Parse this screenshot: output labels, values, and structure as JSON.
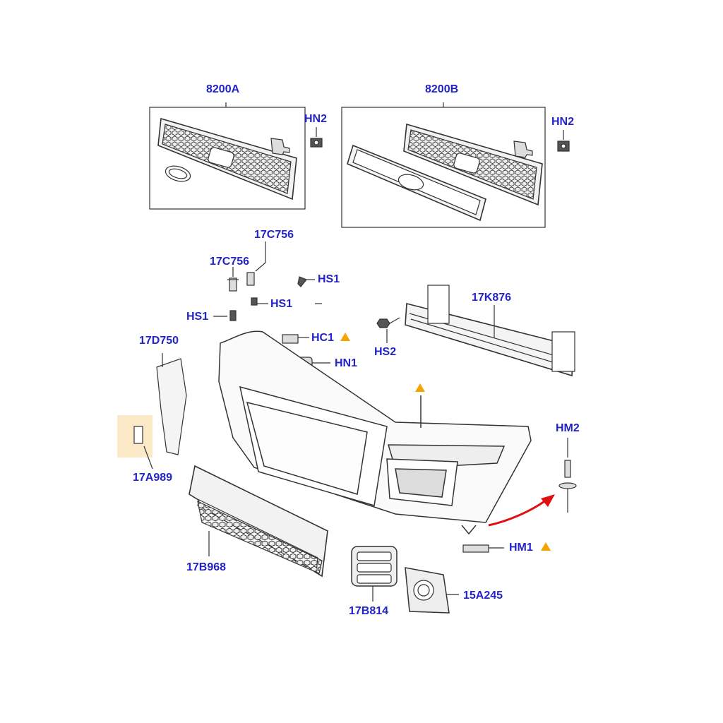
{
  "callouts": {
    "c8200A": "8200A",
    "c8200B": "8200B",
    "hn2_left": "HN2",
    "hn2_right": "HN2",
    "c17C756_top": "17C756",
    "c17C756_left": "17C756",
    "hs1_upper": "HS1",
    "hs1_mid": "HS1",
    "hs1_left": "HS1",
    "hc1": "HC1",
    "hn1": "HN1",
    "hs2": "HS2",
    "c17K876": "17K876",
    "c17D750": "17D750",
    "c17A989": "17A989",
    "hm2": "HM2",
    "hm1": "HM1",
    "c17B968": "17B968",
    "c17B814": "17B814",
    "c15A245": "15A245"
  },
  "colors": {
    "callout_text": "#2323c8",
    "warning_triangle": "#f5a300",
    "arrow": "#e01010",
    "highlight": "#fbe9c8",
    "line_art": "#333333"
  },
  "icons": {
    "warning": "warning-triangle-icon",
    "arrow": "red-arrow-icon"
  }
}
